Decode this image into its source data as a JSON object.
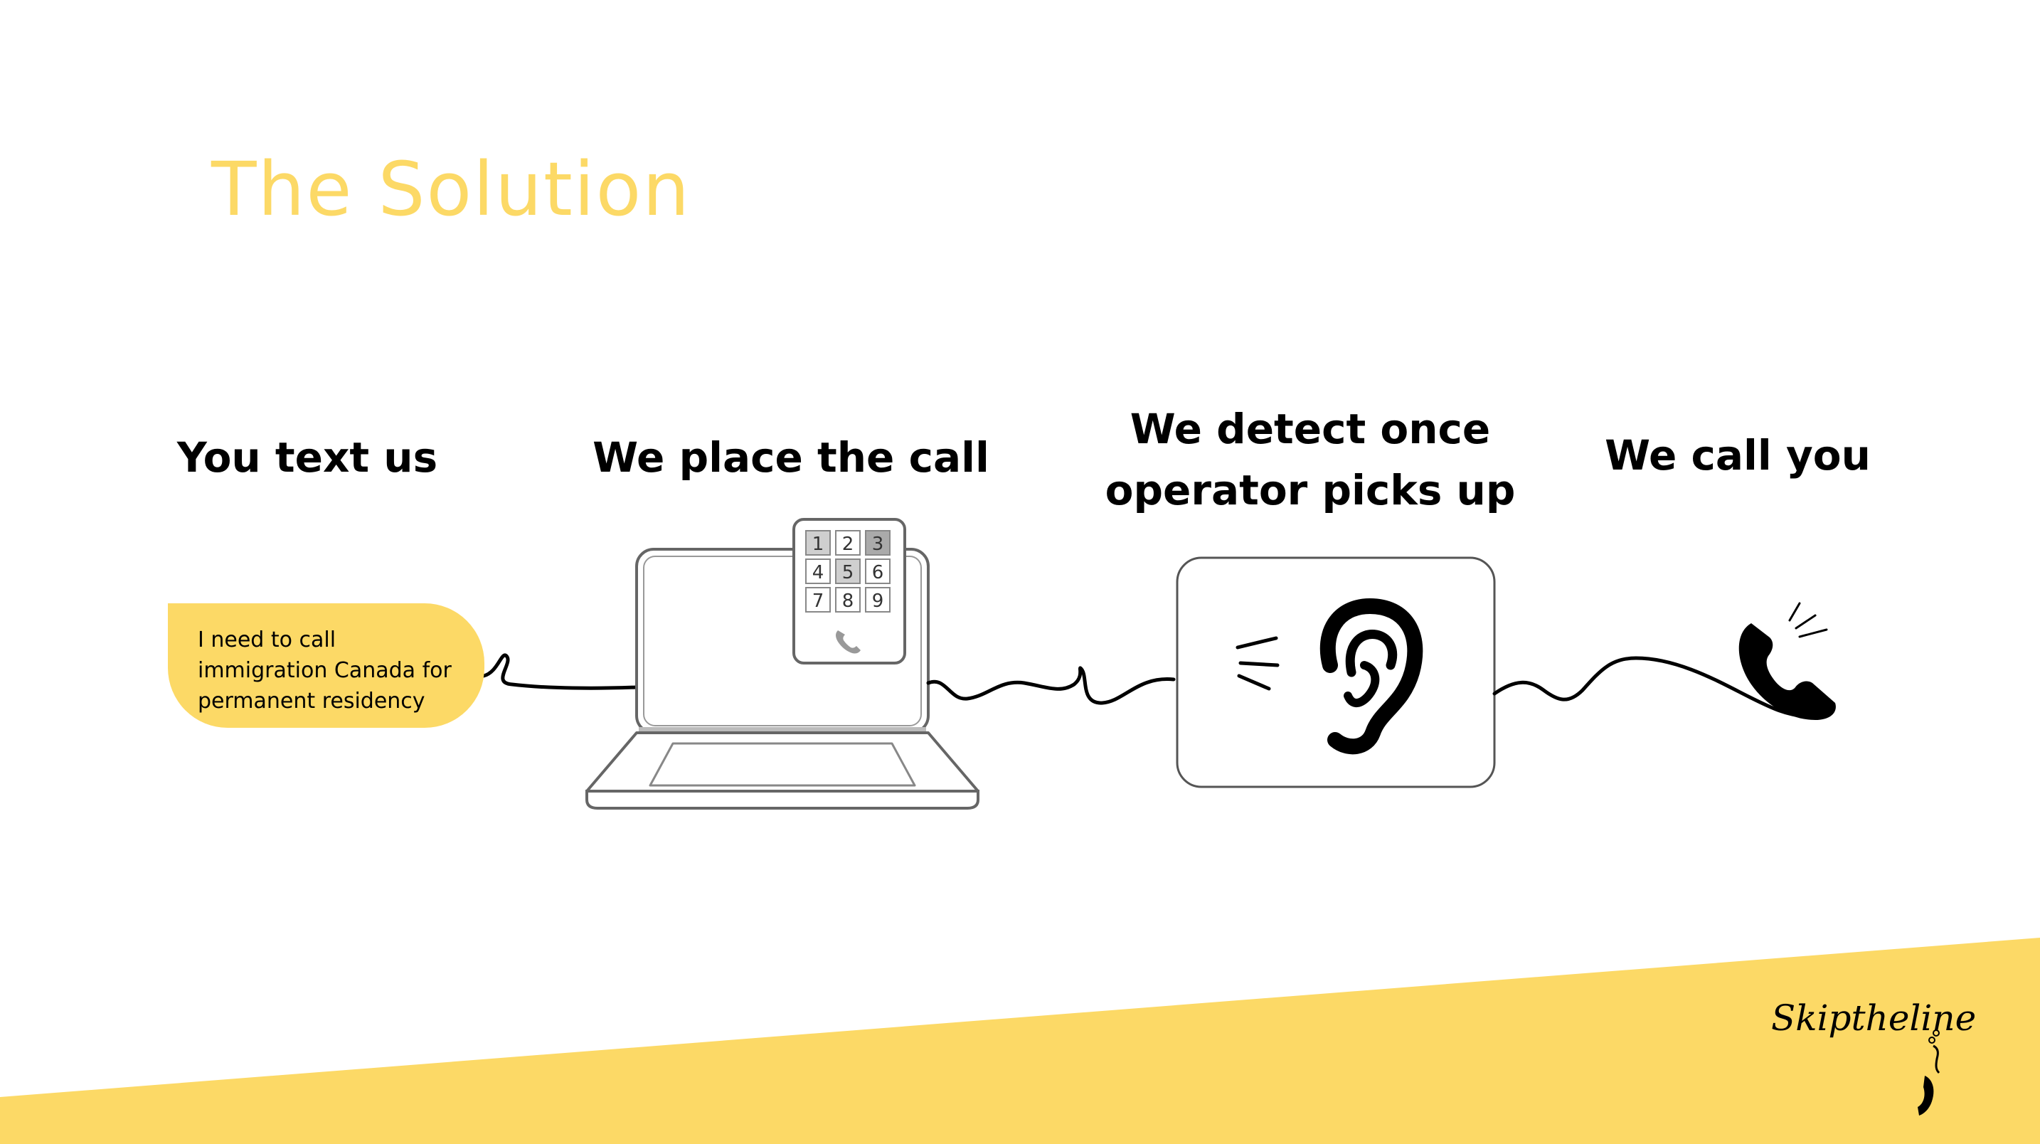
{
  "slide": {
    "title": "The Solution",
    "accent_color": "#FCD966",
    "steps": [
      {
        "label_lines": [
          "You text us"
        ],
        "icon": "message-bubble"
      },
      {
        "label_lines": [
          "We place the call"
        ],
        "icon": "laptop-keypad-icon"
      },
      {
        "label_lines": [
          "We detect once",
          "operator picks up"
        ],
        "icon": "ear-icon"
      },
      {
        "label_lines": [
          "We call you"
        ],
        "icon": "ringing-phone-icon"
      }
    ],
    "message": {
      "lines": [
        "I need to call",
        "immigration Canada for",
        "permanent residency"
      ]
    },
    "keypad": {
      "keys": [
        "1",
        "2",
        "3",
        "4",
        "5",
        "6",
        "7",
        "8",
        "9"
      ]
    },
    "logo": {
      "text": "Skiptheline"
    }
  }
}
